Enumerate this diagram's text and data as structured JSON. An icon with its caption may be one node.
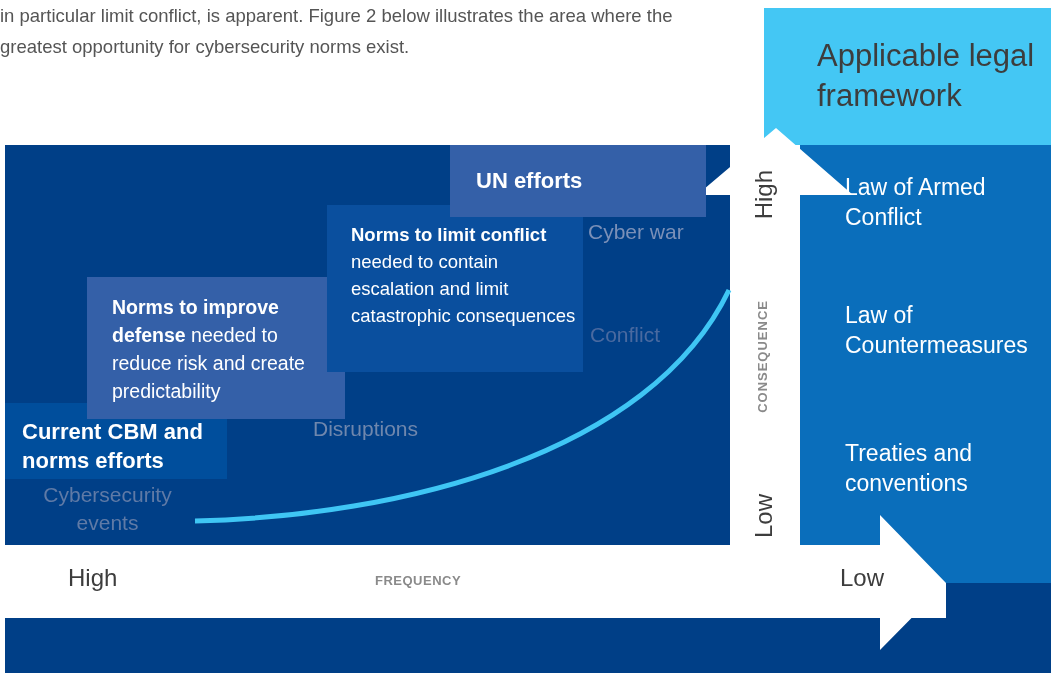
{
  "diagram": {
    "nodes": [
      {
        "text": [
          "Current CBM and norms efforts"
        ]
      },
      {
        "text": [
          "**Norms to improve defense** needed to reduce risk and create predictability"
        ]
      },
      {
        "text": [
          "**Norms to limit conflict** needed to contain escalation and limit catastrophic consequences"
        ]
      },
      {
        "text": [
          "UN efforts"
        ]
      },
      {
        "text": [
          "Applicable legal framework"
        ]
      },
      {
        "text": [
          "Law of Armed Conflict",
          "Law of Countermeasures",
          "Treaties and conventions"
        ]
      }
    ],
    "edges": [],
    "labels": [
      "in particular limit conflict, is apparent. Figure 2 below illustrates the area where the greatest opportunity for cybersecurity norms exist.",
      "Cyber war",
      "Conflict",
      "Disruptions",
      "Cybersecurity events",
      "High",
      "CONSEQUENCE",
      "Low",
      "High",
      "FREQUENCY",
      "Low"
    ]
  }
}
